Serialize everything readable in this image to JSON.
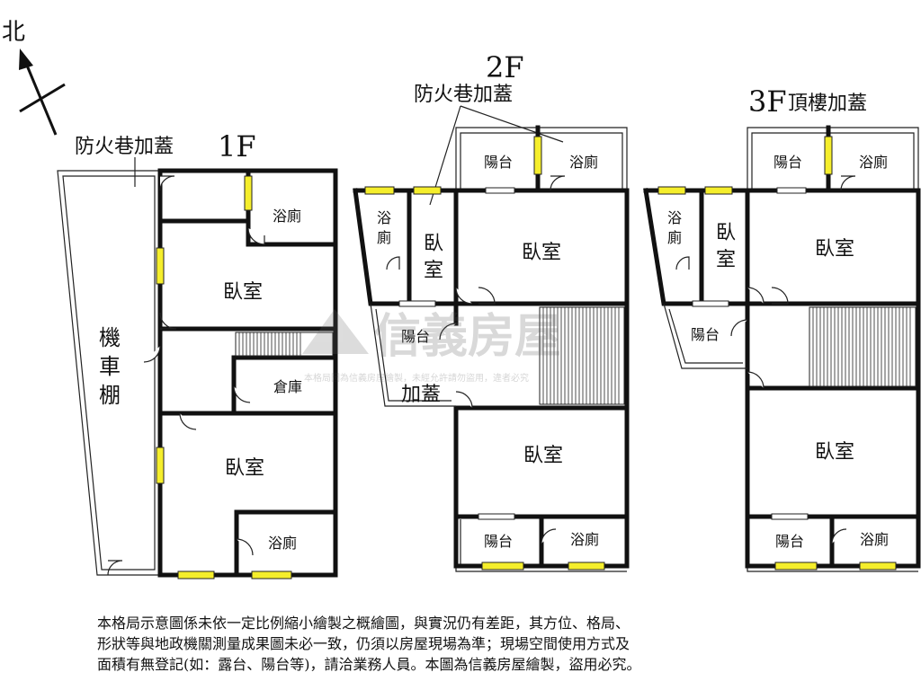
{
  "compass": {
    "north": "北"
  },
  "floors": {
    "f1": {
      "title": "1F",
      "annex": "防火巷加蓋",
      "carport": [
        "機",
        "車",
        "棚"
      ],
      "bath_top": "浴廁",
      "bedroom_top": "臥室",
      "storage": "倉庫",
      "bedroom_bottom": "臥室",
      "bath_bottom": "浴廁"
    },
    "f2": {
      "title": "2F",
      "annex": "防火巷加蓋",
      "balcony_top": "陽台",
      "bath_top": "浴廁",
      "bath_left": [
        "浴",
        "廁"
      ],
      "bedroom_small": [
        "臥",
        "室"
      ],
      "bedroom_top": "臥室",
      "balcony_mid": "陽台",
      "addition": "加蓋",
      "bedroom_bottom": "臥室",
      "balcony_bottom": "陽台",
      "bath_bottom": "浴廁"
    },
    "f3": {
      "title": "3F",
      "subtitle": "頂樓加蓋",
      "balcony_top": "陽台",
      "bath_top": "浴廁",
      "bath_left": [
        "浴",
        "廁"
      ],
      "bedroom_small": [
        "臥",
        "室"
      ],
      "bedroom_top": "臥室",
      "balcony_mid": "陽台",
      "bedroom_bottom": "臥室",
      "balcony_bottom": "陽台",
      "bath_bottom": "浴廁"
    }
  },
  "watermark": {
    "brand": "信義房屋",
    "notice": "本格局圖為信義房屋繪製，未經允許請勿盜用，違者必究"
  },
  "disclaimer": [
    "本格局示意圖係未依一定比例縮小繪製之概繪圖，與實況仍有差距，其方位、格局、",
    "形狀等與地政機關測量成果圖未必一致，仍須以房屋現場為準；現場空間使用方式及",
    "面積有無登記(如：露台、陽台等)，請洽業務人員。本圖為信義房屋繪製，盜用必究。"
  ]
}
